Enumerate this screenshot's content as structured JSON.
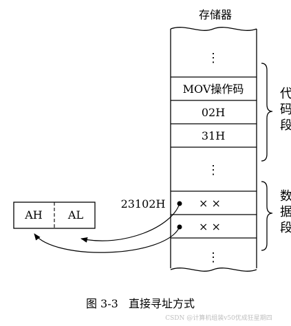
{
  "memory": {
    "title": "存储器",
    "cells": [
      {
        "label": "⋮"
      },
      {
        "label": "MOV操作码"
      },
      {
        "label": "02H"
      },
      {
        "label": "31H"
      },
      {
        "label": "⋮"
      },
      {
        "label": "× ×"
      },
      {
        "label": "× ×"
      },
      {
        "label": "⋮"
      }
    ]
  },
  "segments": {
    "code": "代\n码\n段",
    "data": "数\n据\n段"
  },
  "address_label": "23102H",
  "registers": {
    "ah": "AH",
    "al": "AL"
  },
  "caption": "图 3-3   直接寻址方式",
  "watermark": "CSDN @计算机组装v50优成狂星期四"
}
